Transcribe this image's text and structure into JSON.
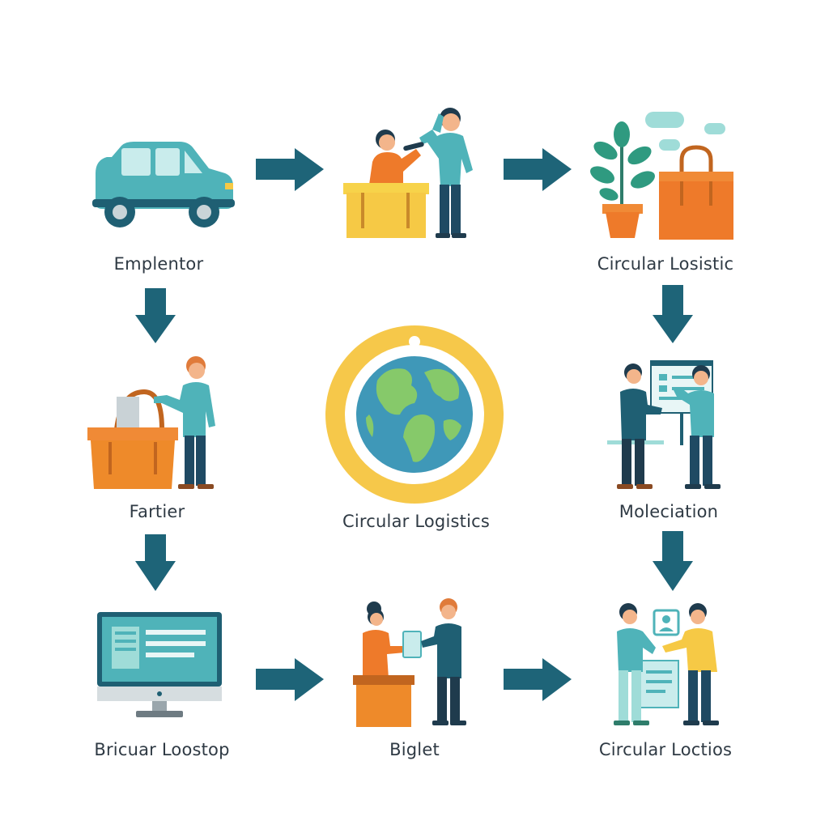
{
  "colors": {
    "teal": "#4fb3b9",
    "dark_blue": "#1f5f73",
    "arrow": "#1e6478",
    "orange": "#ee8a2a",
    "yellow": "#f6c945",
    "light_teal": "#9fdcd8",
    "globe_ring": "#f6c84a",
    "text": "#2f3a44"
  },
  "nodes": [
    {
      "id": "car",
      "label": "Emplentor",
      "icon": "car-icon"
    },
    {
      "id": "box-handoff",
      "label": "",
      "icon": "box-handoff-icon"
    },
    {
      "id": "plant-bag",
      "label": "Circular Losistic",
      "icon": "plant-bag-icon"
    },
    {
      "id": "basket",
      "label": "Fartier",
      "icon": "basket-person-icon"
    },
    {
      "id": "center",
      "label": "Circular Logistics",
      "icon": "globe-icon"
    },
    {
      "id": "presentation",
      "label": "Moleciation",
      "icon": "presentation-icon"
    },
    {
      "id": "monitor",
      "label": "Bricuar Loostop",
      "icon": "monitor-icon"
    },
    {
      "id": "exchange",
      "label": "Biglet",
      "icon": "exchange-icon"
    },
    {
      "id": "handshake",
      "label": "Circular Loctios",
      "icon": "handshake-icon"
    }
  ]
}
